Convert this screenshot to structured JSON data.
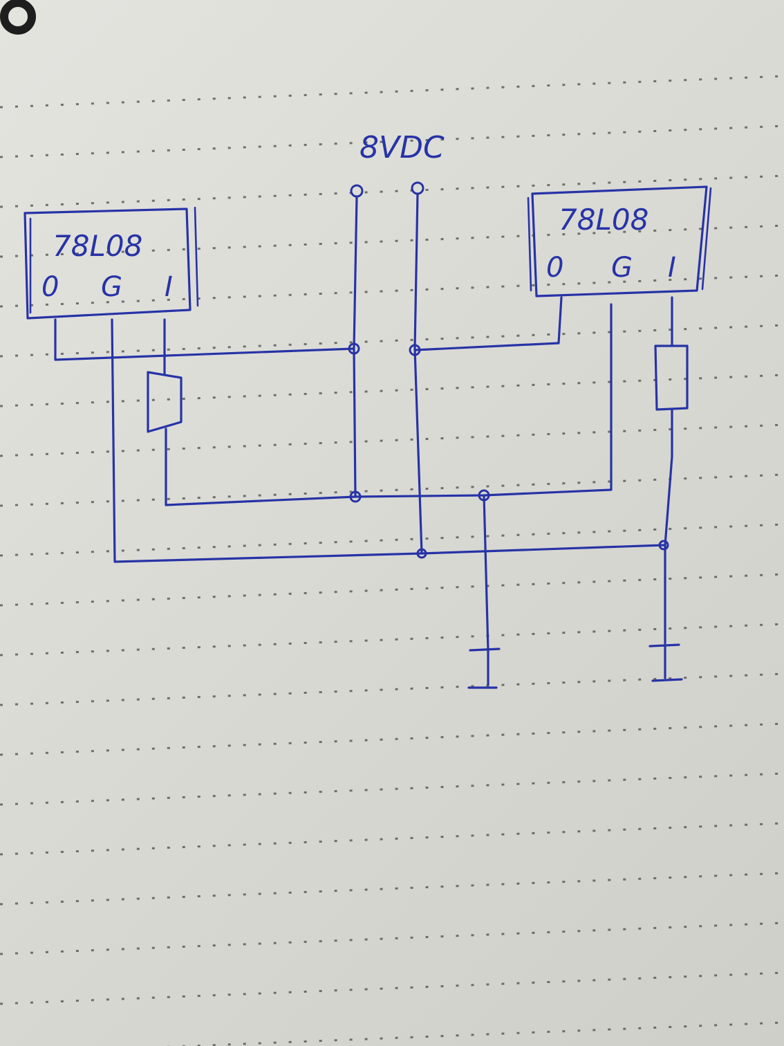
{
  "supply_label": "8VDC",
  "regulators": [
    {
      "part": "78L08",
      "pins": [
        "0",
        "G",
        "I"
      ]
    },
    {
      "part": "78L08",
      "pins": [
        "0",
        "G",
        "I"
      ]
    }
  ],
  "colors": {
    "ink": "#2733a6",
    "paper": "#e0e0db",
    "grid_dots": "#4a4a4a"
  },
  "icons": [
    "punch-hole-icon",
    "ground-icon",
    "resistor-icon",
    "terminal-icon"
  ]
}
